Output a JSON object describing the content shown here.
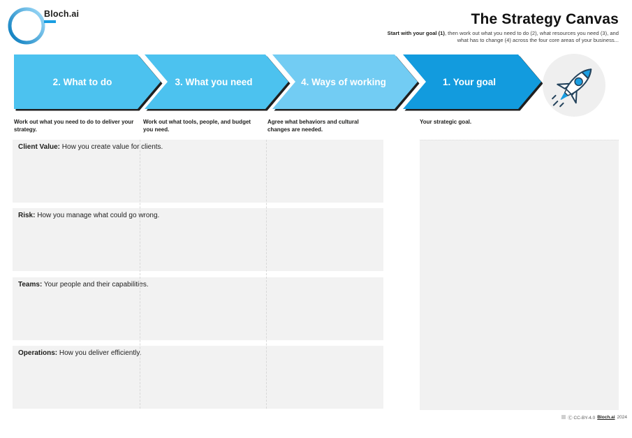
{
  "logo": {
    "text": "Bloch.ai"
  },
  "header": {
    "title": "The Strategy Canvas",
    "subtitle_bold": "Start with your goal (1)",
    "subtitle_rest": ", then work out what you need to do (2), what resources you need (3), and",
    "subtitle_line2": "what has to change (4) across the four core areas of your business..."
  },
  "arrows": [
    {
      "label": "2. What to do",
      "color": "#4cc2ef"
    },
    {
      "label": "3. What you need",
      "color": "#4cc2ef"
    },
    {
      "label": "4. Ways of working",
      "color": "#72ccf3"
    },
    {
      "label": "1. Your goal",
      "color": "#129bde"
    }
  ],
  "columns": [
    {
      "description": "Work out what you need to do to deliver your strategy."
    },
    {
      "description": "Work out what tools, people, and budget you need."
    },
    {
      "description": "Agree what behaviors and cultural changes are needed."
    },
    {
      "description": "Your strategic goal."
    }
  ],
  "rows": [
    {
      "label": "Client Value:",
      "description": " How you create value for clients."
    },
    {
      "label": "Risk:",
      "description": " How you manage what could go wrong."
    },
    {
      "label": "Teams:",
      "description": " Your people and their capabilities."
    },
    {
      "label": "Operations:",
      "description": " How you deliver efficiently."
    }
  ],
  "footer": {
    "license": "Ⓒ CC-BY-4.0",
    "brand": "Bloch.ai",
    "year": "2024"
  },
  "colors": {
    "accent_blue": "#1a9ee2",
    "light_blue_arrow": "#4cc2ef",
    "dark_blue_arrow": "#129bde",
    "box_gray": "#f2f2f2",
    "shadow": "#1f1f1f"
  }
}
